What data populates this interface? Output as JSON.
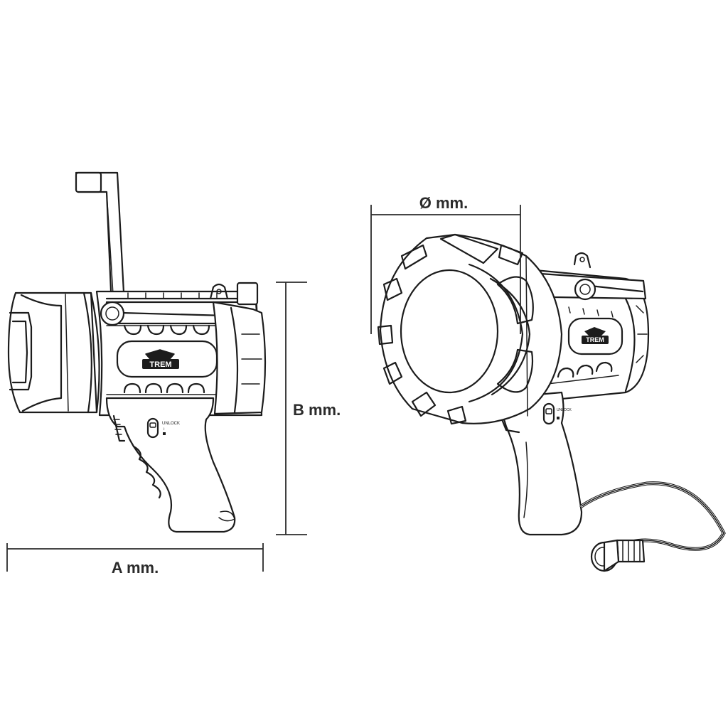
{
  "dimensions": {
    "width_label": "A mm.",
    "height_label": "B mm.",
    "diameter_label": "Ø mm."
  },
  "switch": {
    "text": "UNLOCK"
  },
  "logo": {
    "text": "TREM"
  },
  "colors": {
    "line": "#1c1c1c",
    "background": "#ffffff"
  }
}
